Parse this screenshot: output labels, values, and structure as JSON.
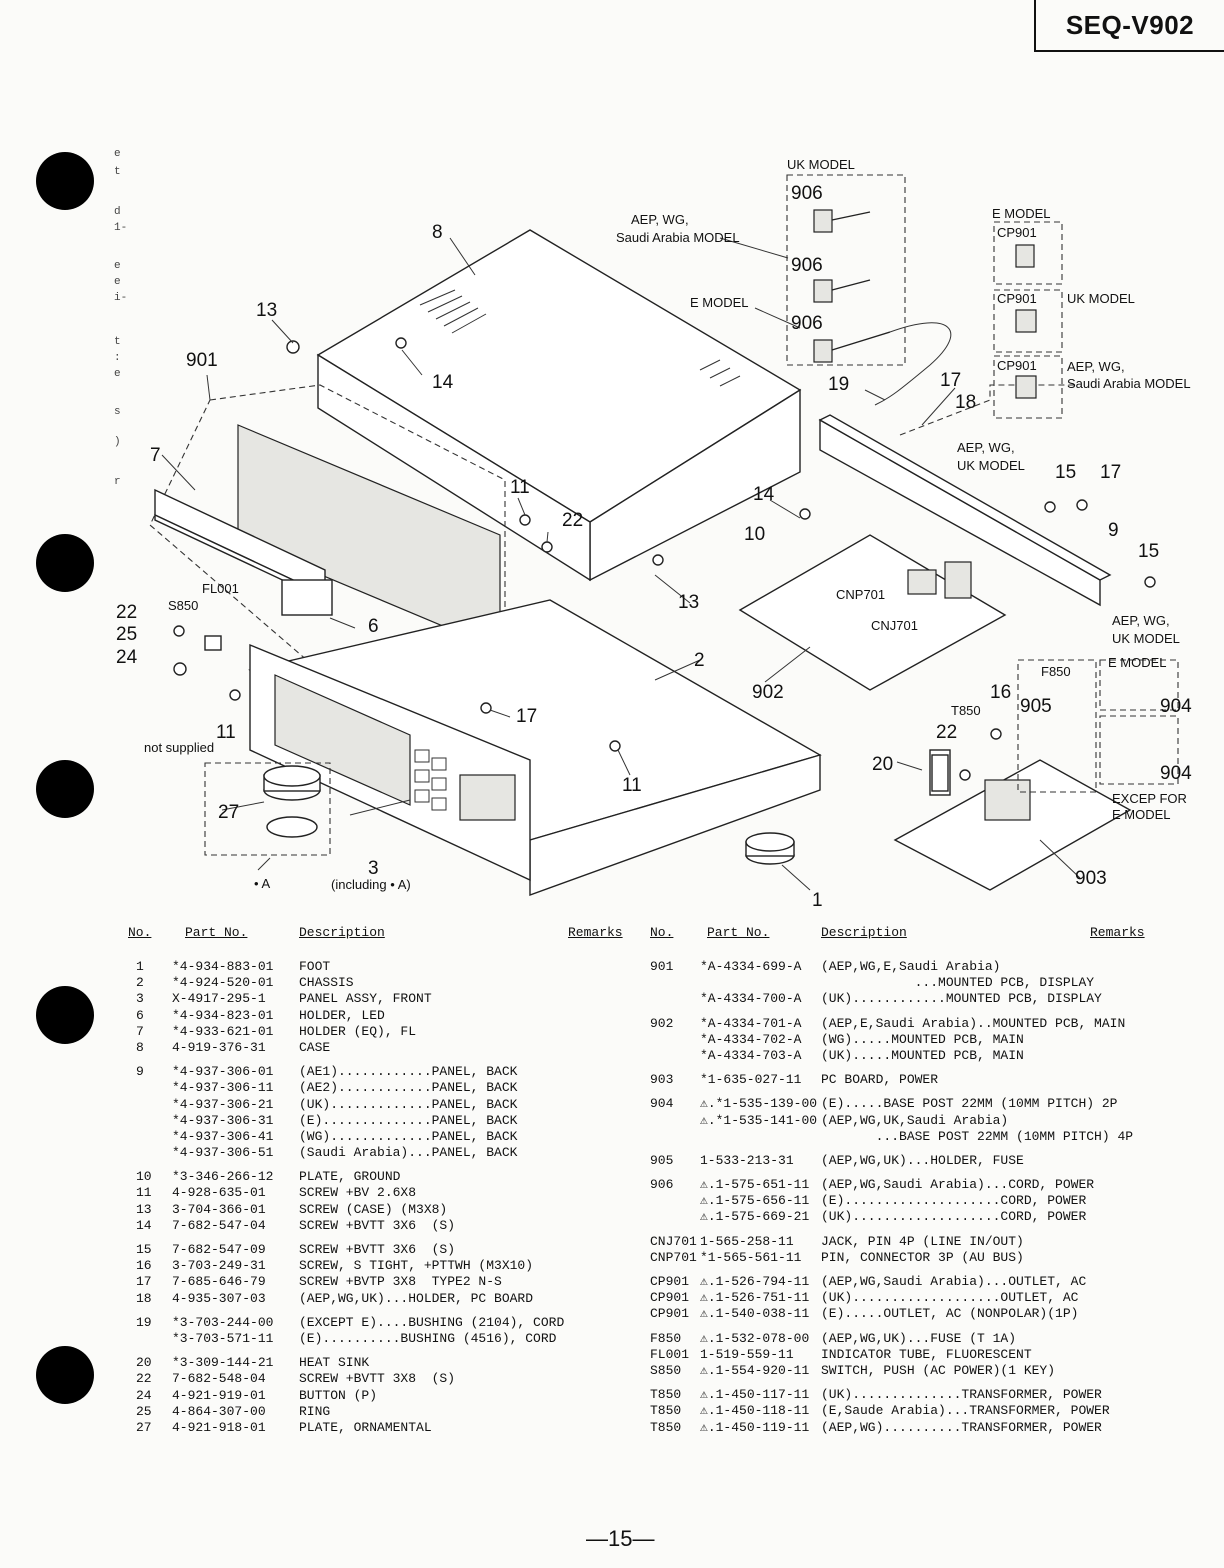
{
  "header": {
    "model": "SEQ-V902"
  },
  "margin_fragments": [
    "e",
    "t",
    "d",
    "1-",
    "e",
    "e",
    "i-",
    "t",
    ":",
    "e",
    "s",
    ")",
    "r"
  ],
  "diagram": {
    "labels": {
      "uk_model": "UK MODEL",
      "aep_wg_saudi": "AEP, WG,",
      "saudi_model": "Saudi Arabia MODEL",
      "e_model_cord": "E MODEL",
      "e_model_outlet": "E MODEL",
      "uk_model_outlet": "UK MODEL",
      "aep_wg_outlet": "AEP, WG,",
      "saudi_outlet": "Saudi Arabia MODEL",
      "aep_wg_uk_1": "AEP, WG,",
      "uk_model_1": "UK MODEL",
      "aep_wg_uk_2": "AEP, WG,",
      "uk_model_2": "UK MODEL",
      "e_model_904": "E MODEL",
      "excep_for": "EXCEP FOR",
      "e_model_excep": "E MODEL",
      "not_supplied": "not supplied",
      "dot_a": "• A",
      "including_a": "(including • A)",
      "fl001": "FL001",
      "s850": "S850",
      "cnp701": "CNP701",
      "cnj701": "CNJ701",
      "f850": "F850",
      "t850": "T850",
      "cp901_a": "CP901",
      "cp901_b": "CP901",
      "cp901_c": "CP901"
    },
    "callouts": [
      "906",
      "906",
      "906",
      "8",
      "13",
      "14",
      "901",
      "7",
      "19",
      "17",
      "18",
      "15",
      "17",
      "9",
      "15",
      "14",
      "10",
      "11",
      "22",
      "13",
      "6",
      "22",
      "25",
      "24",
      "11",
      "2",
      "17",
      "902",
      "16",
      "905",
      "904",
      "904",
      "20",
      "22",
      "11",
      "27",
      "3",
      "1",
      "903"
    ]
  },
  "table_headers": {
    "no": "No.",
    "part_no": "Part No.",
    "description": "Description",
    "remarks": "Remarks"
  },
  "parts_left": [
    {
      "no": "1",
      "part": "*4-934-883-01",
      "desc": "FOOT"
    },
    {
      "no": "2",
      "part": "*4-924-520-01",
      "desc": "CHASSIS"
    },
    {
      "no": "3",
      "part": "X-4917-295-1",
      "desc": "PANEL ASSY, FRONT"
    },
    {
      "no": "6",
      "part": "*4-934-823-01",
      "desc": "HOLDER, LED"
    },
    {
      "no": "7",
      "part": "*4-933-621-01",
      "desc": "HOLDER (EQ), FL"
    },
    {
      "no": "8",
      "part": "4-919-376-31",
      "desc": "CASE"
    },
    {
      "gap": true
    },
    {
      "no": "9",
      "part": "*4-937-306-01",
      "desc": "(AE1)............PANEL, BACK"
    },
    {
      "no": "",
      "part": "*4-937-306-11",
      "desc": "(AE2)............PANEL, BACK"
    },
    {
      "no": "",
      "part": "*4-937-306-21",
      "desc": "(UK).............PANEL, BACK"
    },
    {
      "no": "",
      "part": "*4-937-306-31",
      "desc": "(E)..............PANEL, BACK"
    },
    {
      "no": "",
      "part": "*4-937-306-41",
      "desc": "(WG).............PANEL, BACK"
    },
    {
      "no": "",
      "part": "*4-937-306-51",
      "desc": "(Saudi Arabia)...PANEL, BACK"
    },
    {
      "gap": true
    },
    {
      "no": "10",
      "part": "*3-346-266-12",
      "desc": "PLATE, GROUND"
    },
    {
      "no": "11",
      "part": "4-928-635-01",
      "desc": "SCREW +BV 2.6X8"
    },
    {
      "no": "13",
      "part": "3-704-366-01",
      "desc": "SCREW (CASE) (M3X8)"
    },
    {
      "no": "14",
      "part": "7-682-547-04",
      "desc": "SCREW +BVTT 3X6  (S)"
    },
    {
      "gap": true
    },
    {
      "no": "15",
      "part": "7-682-547-09",
      "desc": "SCREW +BVTT 3X6  (S)"
    },
    {
      "no": "16",
      "part": "3-703-249-31",
      "desc": "SCREW, S TIGHT, +PTTWH (M3X10)"
    },
    {
      "no": "17",
      "part": "7-685-646-79",
      "desc": "SCREW +BVTP 3X8  TYPE2 N-S"
    },
    {
      "no": "18",
      "part": "4-935-307-03",
      "desc": "(AEP,WG,UK)...HOLDER, PC BOARD"
    },
    {
      "gap": true
    },
    {
      "no": "19",
      "part": "*3-703-244-00",
      "desc": "(EXCEPT E)....BUSHING (2104), CORD"
    },
    {
      "no": "",
      "part": "*3-703-571-11",
      "desc": "(E)..........BUSHING (4516), CORD"
    },
    {
      "gap": true
    },
    {
      "no": "20",
      "part": "*3-309-144-21",
      "desc": "HEAT SINK"
    },
    {
      "no": "22",
      "part": "7-682-548-04",
      "desc": "SCREW +BVTT 3X8  (S)"
    },
    {
      "no": "24",
      "part": "4-921-919-01",
      "desc": "BUTTON (P)"
    },
    {
      "no": "25",
      "part": "4-864-307-00",
      "desc": "RING"
    },
    {
      "no": "27",
      "part": "4-921-918-01",
      "desc": "PLATE, ORNAMENTAL"
    }
  ],
  "parts_right": [
    {
      "no": "901",
      "part": "*A-4334-699-A",
      "desc": "(AEP,WG,E,Saudi Arabia)"
    },
    {
      "no": "",
      "part": "",
      "desc": "            ...MOUNTED PCB, DISPLAY"
    },
    {
      "no": "",
      "part": "*A-4334-700-A",
      "desc": "(UK)............MOUNTED PCB, DISPLAY"
    },
    {
      "gap": true
    },
    {
      "no": "902",
      "part": "*A-4334-701-A",
      "desc": "(AEP,E,Saudi Arabia)..MOUNTED PCB, MAIN"
    },
    {
      "no": "",
      "part": "*A-4334-702-A",
      "desc": "(WG).....MOUNTED PCB, MAIN"
    },
    {
      "no": "",
      "part": "*A-4334-703-A",
      "desc": "(UK).....MOUNTED PCB, MAIN"
    },
    {
      "gap": true
    },
    {
      "no": "903",
      "part": "*1-635-027-11",
      "desc": "PC BOARD, POWER"
    },
    {
      "gap": true
    },
    {
      "no": "904",
      "part": "⚠.*1-535-139-00",
      "desc": "(E).....BASE POST 22MM (10MM PITCH) 2P"
    },
    {
      "no": "",
      "part": "⚠.*1-535-141-00",
      "desc": "(AEP,WG,UK,Saudi Arabia)"
    },
    {
      "no": "",
      "part": "",
      "desc": "       ...BASE POST 22MM (10MM PITCH) 4P"
    },
    {
      "gap": true
    },
    {
      "no": "905",
      "part": "1-533-213-31",
      "desc": "(AEP,WG,UK)...HOLDER, FUSE"
    },
    {
      "gap": true
    },
    {
      "no": "906",
      "part": "⚠.1-575-651-11",
      "desc": "(AEP,WG,Saudi Arabia)...CORD, POWER"
    },
    {
      "no": "",
      "part": "⚠.1-575-656-11",
      "desc": "(E)....................CORD, POWER"
    },
    {
      "no": "",
      "part": "⚠.1-575-669-21",
      "desc": "(UK)...................CORD, POWER"
    },
    {
      "gap": true
    },
    {
      "no": "CNJ701",
      "part": "1-565-258-11",
      "desc": "JACK, PIN 4P (LINE IN/OUT)"
    },
    {
      "no": "CNP701",
      "part": "*1-565-561-11",
      "desc": "PIN, CONNECTOR 3P (AU BUS)"
    },
    {
      "gap": true
    },
    {
      "no": "CP901",
      "part": "⚠.1-526-794-11",
      "desc": "(AEP,WG,Saudi Arabia)...OUTLET, AC"
    },
    {
      "no": "CP901",
      "part": "⚠.1-526-751-11",
      "desc": "(UK)...................OUTLET, AC"
    },
    {
      "no": "CP901",
      "part": "⚠.1-540-038-11",
      "desc": "(E).....OUTLET, AC (NONPOLAR)(1P)"
    },
    {
      "gap": true
    },
    {
      "no": "F850",
      "part": "⚠.1-532-078-00",
      "desc": "(AEP,WG,UK)...FUSE (T 1A)"
    },
    {
      "no": "FL001",
      "part": "1-519-559-11",
      "desc": "INDICATOR TUBE, FLUORESCENT"
    },
    {
      "no": "S850",
      "part": "⚠.1-554-920-11",
      "desc": "SWITCH, PUSH (AC POWER)(1 KEY)"
    },
    {
      "gap": true
    },
    {
      "no": "T850",
      "part": "⚠.1-450-117-11",
      "desc": "(UK)..............TRANSFORMER, POWER"
    },
    {
      "no": "T850",
      "part": "⚠.1-450-118-11",
      "desc": "(E,Saude Arabia)...TRANSFORMER, POWER"
    },
    {
      "no": "T850",
      "part": "⚠.1-450-119-11",
      "desc": "(AEP,WG)..........TRANSFORMER, POWER"
    }
  ],
  "footer": {
    "page": "—15—"
  }
}
